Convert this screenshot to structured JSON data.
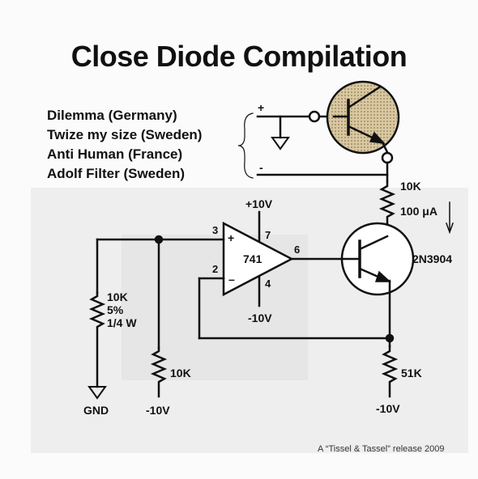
{
  "title": "Close Diode Compilation",
  "bands": [
    "Dilemma (Germany)",
    "Twize my size (Sweden)",
    "Anti Human (France)",
    "Adolf Filter (Sweden)"
  ],
  "input_plus": "+",
  "input_minus": "-",
  "opamp": {
    "name": "741",
    "pin3": "3",
    "pin2": "2",
    "pin7": "7",
    "pin6": "6",
    "pin4": "4",
    "plus_sign": "+",
    "minus_sign": "–",
    "vplus": "+10V",
    "vminus": "-10V"
  },
  "components": {
    "r_top": "10K",
    "current": "100 μA",
    "transistor": "2N3904",
    "r_left_value": "10K",
    "r_left_tol": "5%",
    "r_left_power": "1/4 W",
    "r_mid": "10K",
    "r_right": "51K"
  },
  "rails": {
    "gnd": "GND",
    "neg_mid": "-10V",
    "neg_right": "-10V"
  },
  "release": "A “Tissel & Tassel” release  2009",
  "colors": {
    "ink": "#111111",
    "tan_circle": "#d9c8a0",
    "background": "#fbfbfb"
  }
}
